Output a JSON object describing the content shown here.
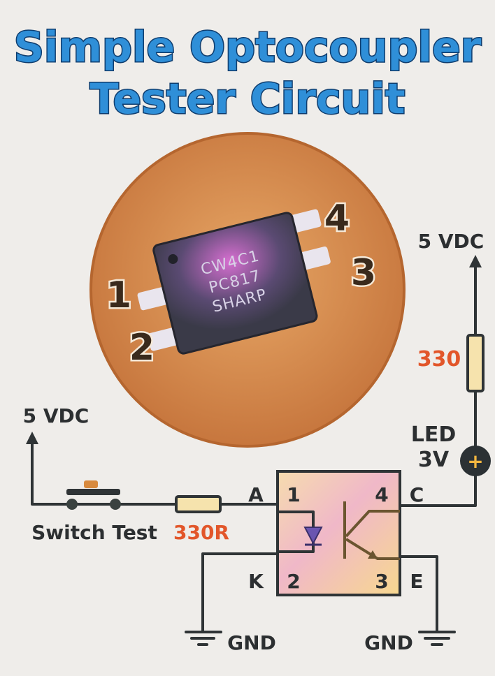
{
  "title": {
    "line1": "Simple Optocoupler",
    "line2": "Tester Circuit"
  },
  "chip": {
    "marking": [
      "CW4C1",
      "PC817",
      "SHARP"
    ],
    "pins": [
      "1",
      "2",
      "3",
      "4"
    ]
  },
  "schematic": {
    "left_supply": "5 VDC",
    "right_supply": "5 VDC",
    "switch_label": "Switch Test",
    "input_resistor": "330R",
    "output_resistor": "330",
    "led_label": "LED",
    "led_voltage": "3V",
    "led_symbol": "+",
    "pin_labels": {
      "A": "A",
      "K": "K",
      "C": "C",
      "E": "E"
    },
    "ic_pins": {
      "p1": "1",
      "p2": "2",
      "p3": "3",
      "p4": "4"
    },
    "gnd_left": "GND",
    "gnd_right": "GND"
  },
  "colors": {
    "title": "#2f8fd8",
    "resistor_label": "#e2562a",
    "wood": "#d98a4a"
  }
}
